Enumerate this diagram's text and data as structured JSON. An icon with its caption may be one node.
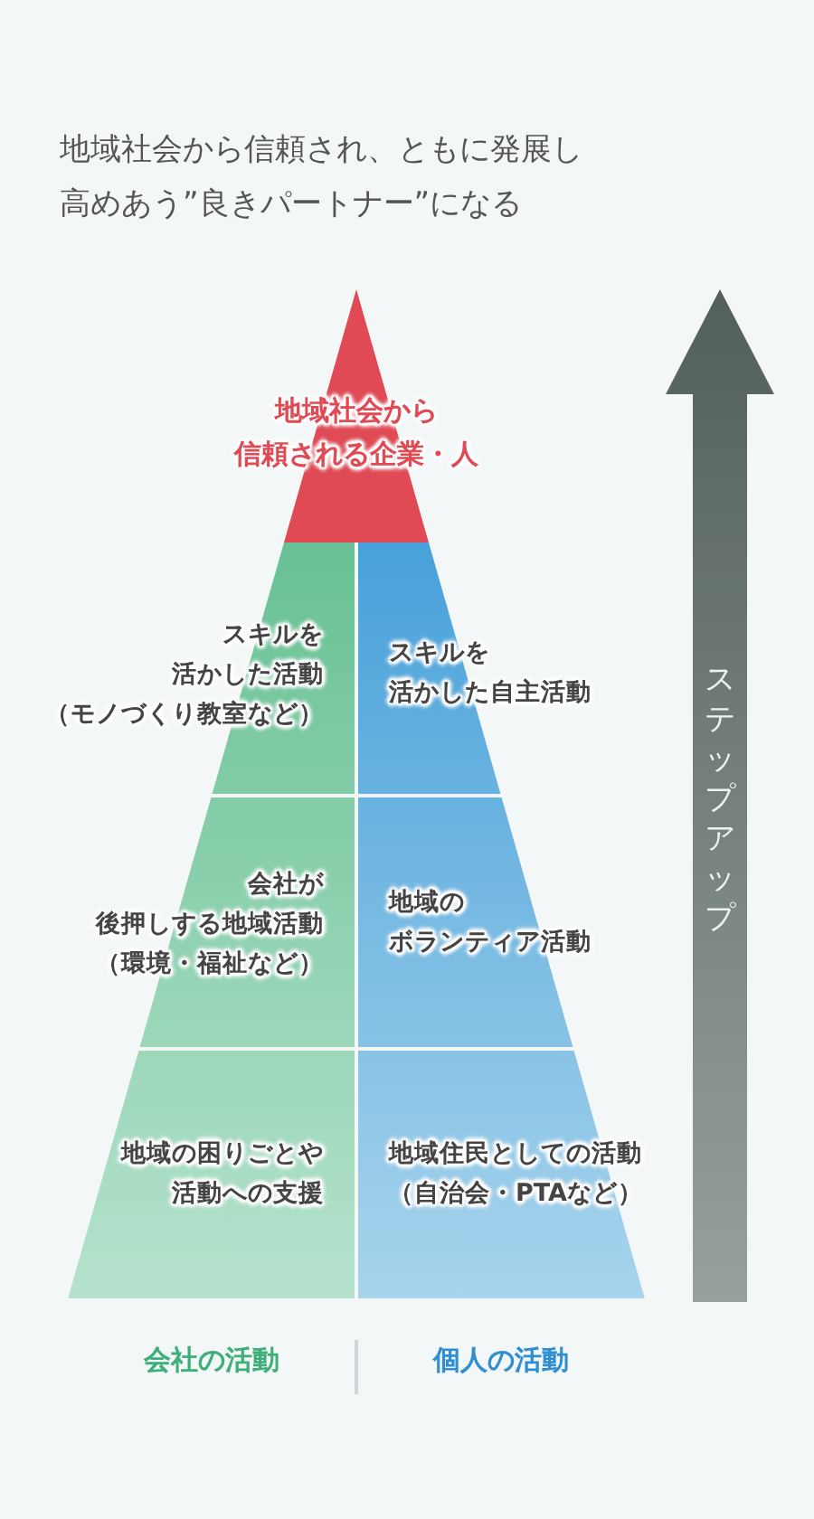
{
  "diagram": {
    "title": "地域社会から信頼され、ともに発展し高めあう”良きパートナー”になる",
    "nodes": [
      {
        "text": [
          "地域社会から信頼される企業・人"
        ]
      },
      {
        "text": [
          "スキルを活かした活動（モノづくり教室など）"
        ]
      },
      {
        "text": [
          "スキルを活かした自主活動"
        ]
      },
      {
        "text": [
          "会社が後押しする地域活動（環境・福祉など）"
        ]
      },
      {
        "text": [
          "地域のボランティア活動"
        ]
      },
      {
        "text": [
          "地域の困りごとや活動への支援"
        ]
      },
      {
        "text": [
          "地域住民としての活動（自治会・PTAなど）"
        ]
      },
      {
        "text": [
          "ステップアップ"
        ]
      }
    ],
    "edges": [],
    "labels": [
      "会社の活動",
      "個人の活動"
    ]
  }
}
